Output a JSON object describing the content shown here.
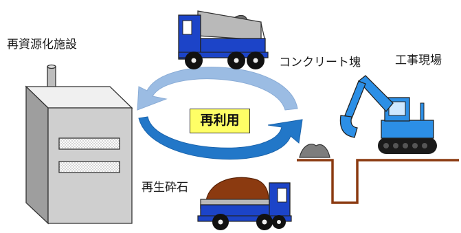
{
  "labels": {
    "recycling_facility": "再資源化施設",
    "concrete_lump": "コンクリート塊",
    "construction_site": "工事現場",
    "recycled_aggregate": "再生砕石",
    "reuse": "再利用"
  },
  "colors": {
    "cycle_arrow_top": "#9bbce3",
    "cycle_arrow_bottom": "#2277c8",
    "reuse_box": "#ffff66",
    "truck_cab": "#1c44c8",
    "truck_bed": "#b9b9b9",
    "excavator": "#2c8fe6",
    "soil_line": "#8b3a10",
    "aggregate_pile": "#8b3a10",
    "concrete_pile": "#7d7d7d",
    "facility": "#cfcfcf"
  },
  "icons": [
    "recycling-facility-icon",
    "dump-truck-icon",
    "excavator-icon",
    "cycle-arrow-icon"
  ]
}
